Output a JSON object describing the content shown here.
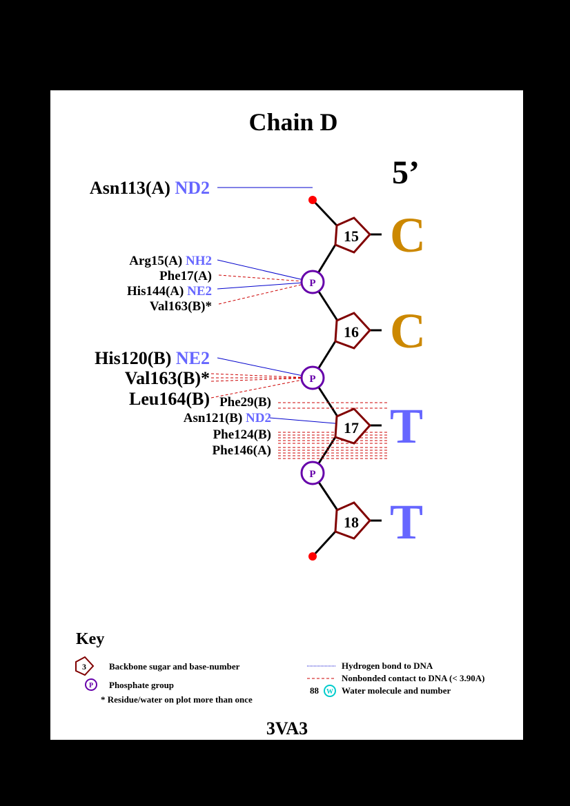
{
  "title": "Chain D",
  "strand_end_label": "5’",
  "pdb_code": "3VA3",
  "colors": {
    "hbond": "#0000cc",
    "nonbonded": "#cc0000",
    "atom_name": "#6666ff",
    "sugar": "#800000",
    "phosphate": "#6600aa",
    "base_C": "#cc8800",
    "base_T": "#6666ff",
    "terminal": "#ff0000",
    "water": "#00cccc"
  },
  "nucleotides": [
    {
      "number": "15",
      "base": "C"
    },
    {
      "number": "16",
      "base": "C"
    },
    {
      "number": "17",
      "base": "T"
    },
    {
      "number": "18",
      "base": "T"
    }
  ],
  "phosphate_label": "P",
  "interactions": {
    "asn113": {
      "residue": "Asn113(A) ",
      "atom": "ND2"
    },
    "arg15": {
      "residue": "Arg15(A) ",
      "atom": "NH2"
    },
    "phe17": {
      "residue": "Phe17(A)"
    },
    "his144": {
      "residue": "His144(A) ",
      "atom": "NE2"
    },
    "val163b_1": {
      "residue": "Val163(B)*"
    },
    "his120": {
      "residue": "His120(B) ",
      "atom": "NE2"
    },
    "val163b_2": {
      "residue": "Val163(B)*"
    },
    "leu164": {
      "residue": "Leu164(B)"
    },
    "phe29": {
      "residue": "Phe29(B)"
    },
    "asn121": {
      "residue": "Asn121(B) ",
      "atom": "ND2"
    },
    "phe124": {
      "residue": "Phe124(B)"
    },
    "phe146": {
      "residue": "Phe146(A)"
    }
  },
  "key": {
    "title": "Key",
    "sugar_number": "3",
    "sugar_desc": "Backbone sugar and base-number",
    "phosphate_symbol": "P",
    "phosphate_desc": "Phosphate group",
    "multi_desc": "* Residue/water on plot more than once",
    "hbond_desc": "Hydrogen bond to DNA",
    "nonbonded_desc": "Nonbonded contact to DNA (< 3.90A)",
    "water_number": "88",
    "water_symbol": "W",
    "water_desc": "Water molecule and number"
  }
}
